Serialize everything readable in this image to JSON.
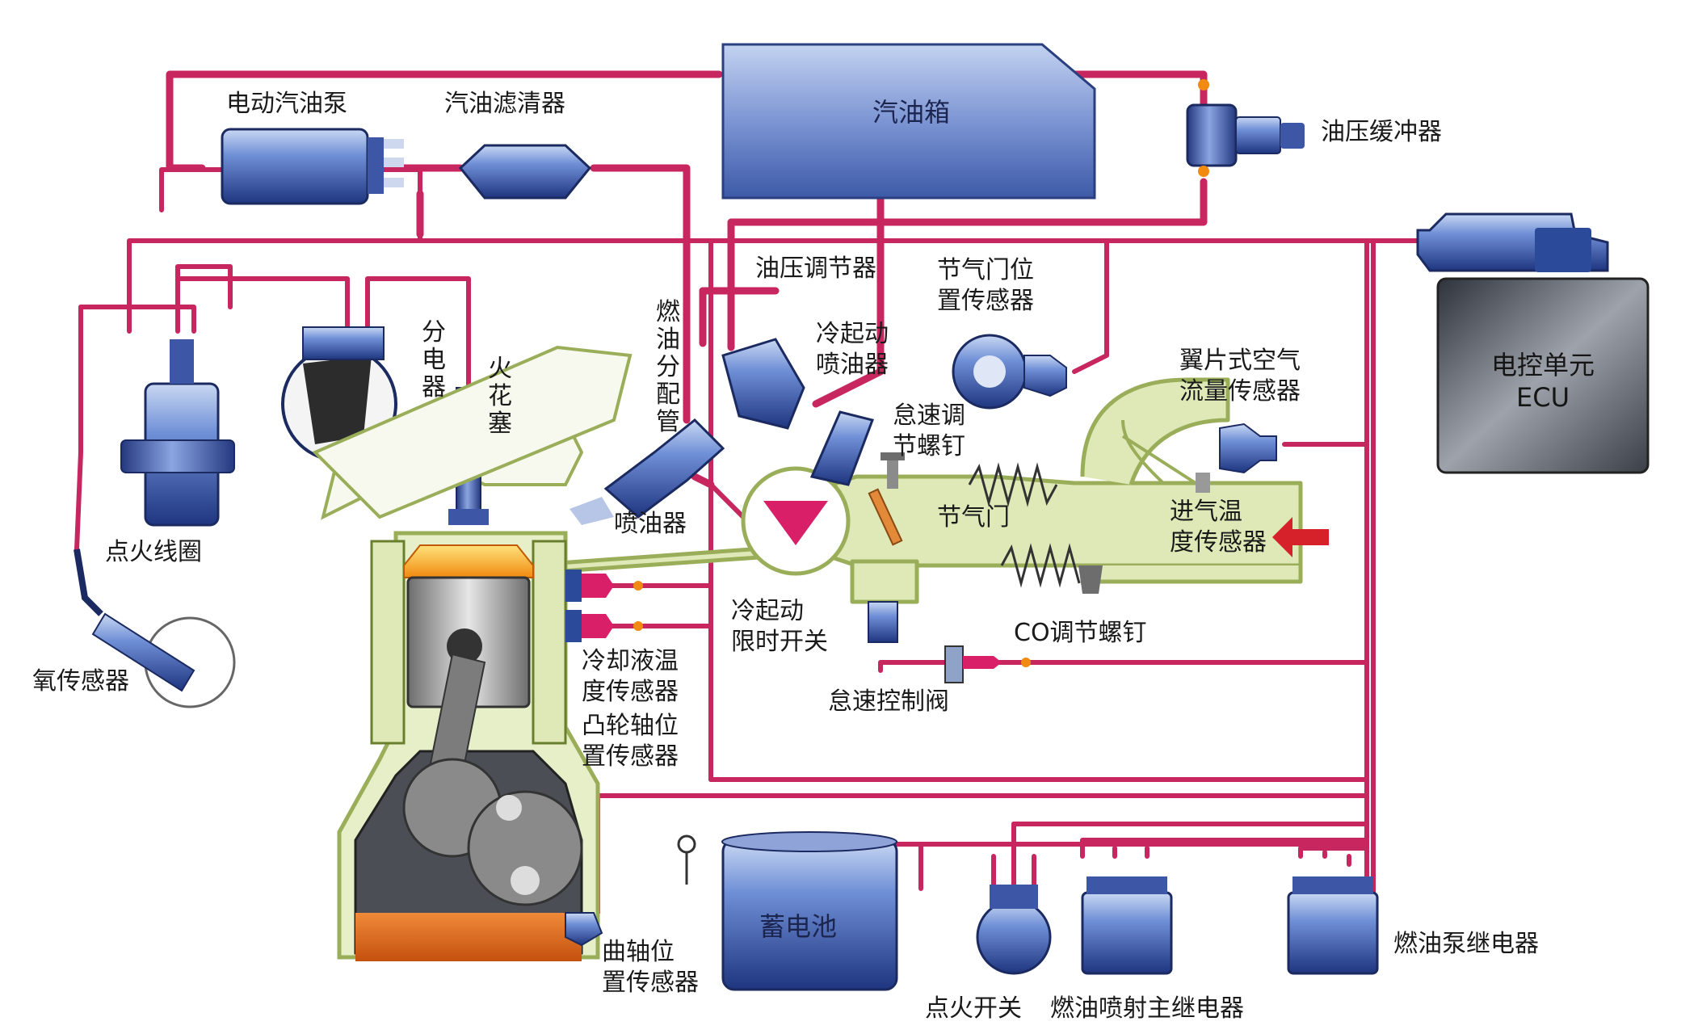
{
  "labels": {
    "fuel_pump": "电动汽油泵",
    "fuel_filter": "汽油滤清器",
    "fuel_tank": "汽油箱",
    "pulsation_damper": "油压缓冲器",
    "pressure_regulator": "油压调节器",
    "tps": [
      "节气门位",
      "置传感器"
    ],
    "cold_start_injector": [
      "冷起动",
      "喷油器"
    ],
    "distributor": "分电器",
    "spark_plug": "火花塞",
    "fuel_rail": "燃油分配管",
    "vane_afm": [
      "翼片式空气",
      "流量传感器"
    ],
    "idle_screw": [
      "怠速调",
      "节螺钉"
    ],
    "throttle": "节气门",
    "intake_temp": [
      "进气温",
      "度传感器"
    ],
    "injector": "喷油器",
    "ignition_coil": "点火线圈",
    "oxygen_sensor": "氧传感器",
    "cold_start_switch": [
      "冷起动",
      "限时开关"
    ],
    "co_screw": "CO调节螺钉",
    "idle_valve": "怠速控制阀",
    "coolant_temp": [
      "冷却液温",
      "度传感器"
    ],
    "cam_sensor": [
      "凸轮轴位",
      "置传感器"
    ],
    "crank_sensor": [
      "曲轴位",
      "置传感器"
    ],
    "battery": "蓄电池",
    "ignition_switch": "点火开关",
    "efi_main_relay": "燃油喷射主继电器",
    "fuel_pump_relay": "燃油泵继电器",
    "ecu": [
      "电控单元",
      "ECU"
    ]
  },
  "colors": {
    "wire": "#c8265e",
    "pipe_fill": "#dfe9b8",
    "pipe_stroke": "#9aae5a",
    "metal_blue": "#2c4a9a",
    "ecu_gray": "#4a4f5a",
    "flame": "#f5a623",
    "sump": "#e06c1f",
    "arrow": "#d6202a"
  },
  "icons": [
    "fuel-pump-icon",
    "fuel-filter-icon",
    "fuel-tank-icon",
    "pressure-damper-icon",
    "ecu-icon",
    "battery-icon",
    "relay-icon",
    "ignition-switch-icon",
    "intake-air-arrow-icon"
  ]
}
